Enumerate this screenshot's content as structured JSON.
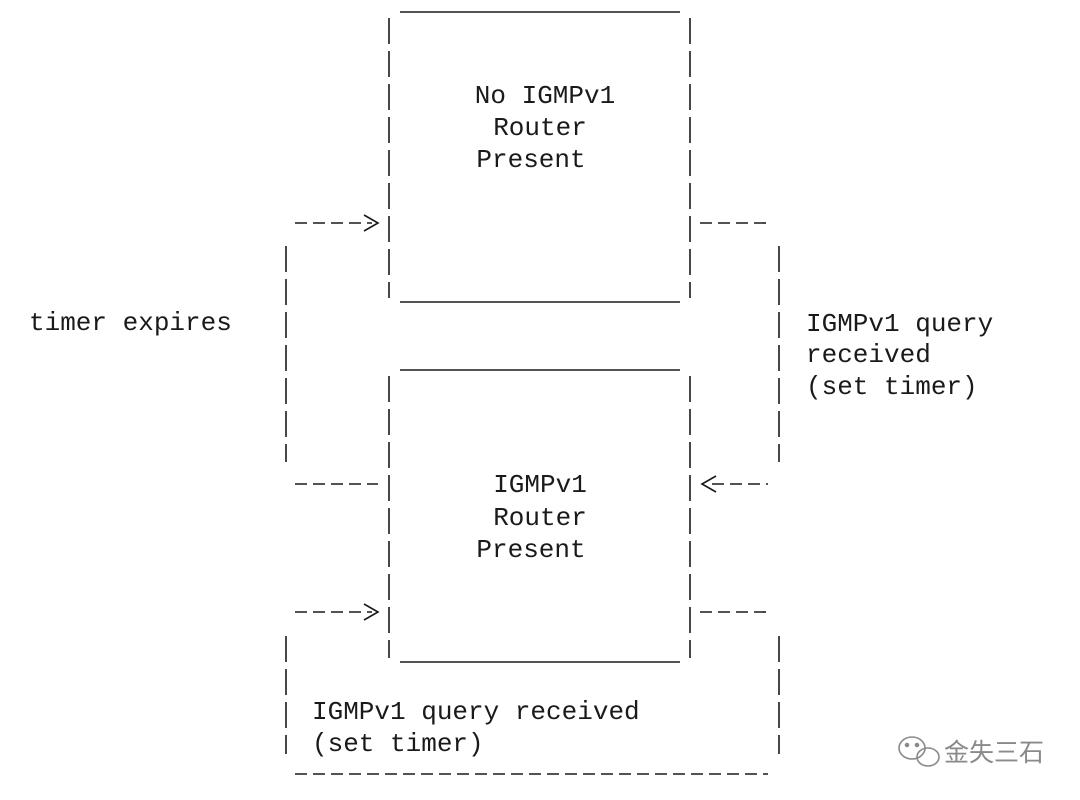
{
  "diagram": {
    "states": {
      "no_router": {
        "lines": [
          "No IGMPv1",
          "Router",
          "Present"
        ]
      },
      "router": {
        "lines": [
          "IGMPv1",
          "Router",
          "Present"
        ]
      }
    },
    "transitions": {
      "timer_expires": {
        "lines": [
          "timer expires"
        ]
      },
      "query_received_right": {
        "lines": [
          "IGMPv1 query",
          "received",
          "(set timer)"
        ]
      },
      "query_received_bottom": {
        "lines": [
          "IGMPv1 query received",
          "(set timer)"
        ]
      }
    }
  },
  "watermark": {
    "text": "金失三石",
    "icon": "wechat-icon",
    "color": "#8a8a8a"
  }
}
